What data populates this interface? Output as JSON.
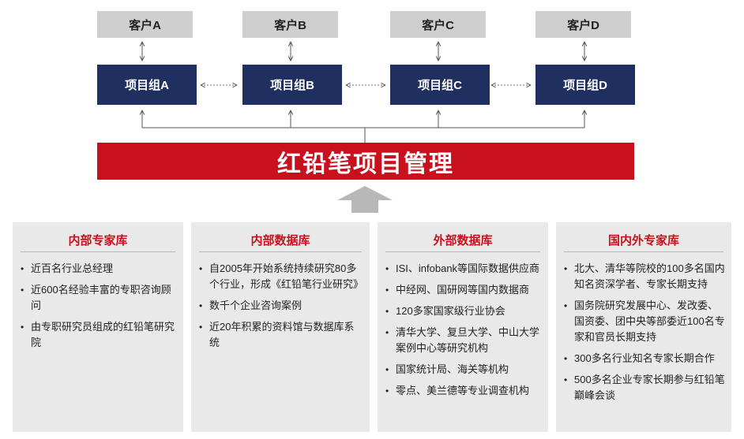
{
  "clients": [
    "客户A",
    "客户B",
    "客户C",
    "客户D"
  ],
  "groups": [
    "项目组A",
    "项目组B",
    "项目组C",
    "项目组D"
  ],
  "banner": "红铅笔项目管理",
  "panels": [
    {
      "title": "内部专家库",
      "items": [
        "近百名行业总经理",
        "近600名经验丰富的专职咨询顾问",
        "由专职研究员组成的红铅笔研究院"
      ]
    },
    {
      "title": "内部数据库",
      "items": [
        "自2005年开始系统持续研究80多个行业，形成《红铅笔行业研究》",
        "数千个企业咨询案例",
        "近20年积累的资料馆与数据库系统"
      ]
    },
    {
      "title": "外部数据库",
      "items": [
        "ISI、infobank等国际数据供应商",
        "中经网、国研网等国内数据商",
        "120多家国家级行业协会",
        "清华大学、复旦大学、中山大学案例中心等研究机构",
        "国家统计局、海关等机构",
        "零点、美兰德等专业调查机构"
      ]
    },
    {
      "title": "国内外专家库",
      "items": [
        "北大、清华等院校的100多名国内知名资深学者、专家长期支持",
        "国务院研究发展中心、发改委、国资委、团中央等部委近100名专家和官员长期支持",
        "300多名行业知名专家长期合作",
        "500多名企业专家长期参与红铅笔巅峰会谈"
      ]
    }
  ]
}
